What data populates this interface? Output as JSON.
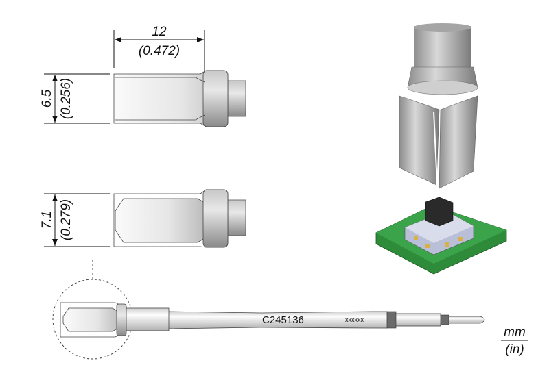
{
  "dimensions": {
    "length_mm": "12",
    "length_in": "(0.472)",
    "width1_mm": "6.5",
    "width1_in": "(0.256)",
    "width2_mm": "7.1",
    "width2_in": "(0.279)"
  },
  "tool": {
    "part_number": "C245136",
    "serial_placeholder": "xxxxxx"
  },
  "units": {
    "primary": "mm",
    "secondary": "(in)"
  },
  "colors": {
    "pcb_green": "#2e8b3a",
    "metal": "#b5b5b5",
    "dark_band": "#6b6b6b"
  }
}
